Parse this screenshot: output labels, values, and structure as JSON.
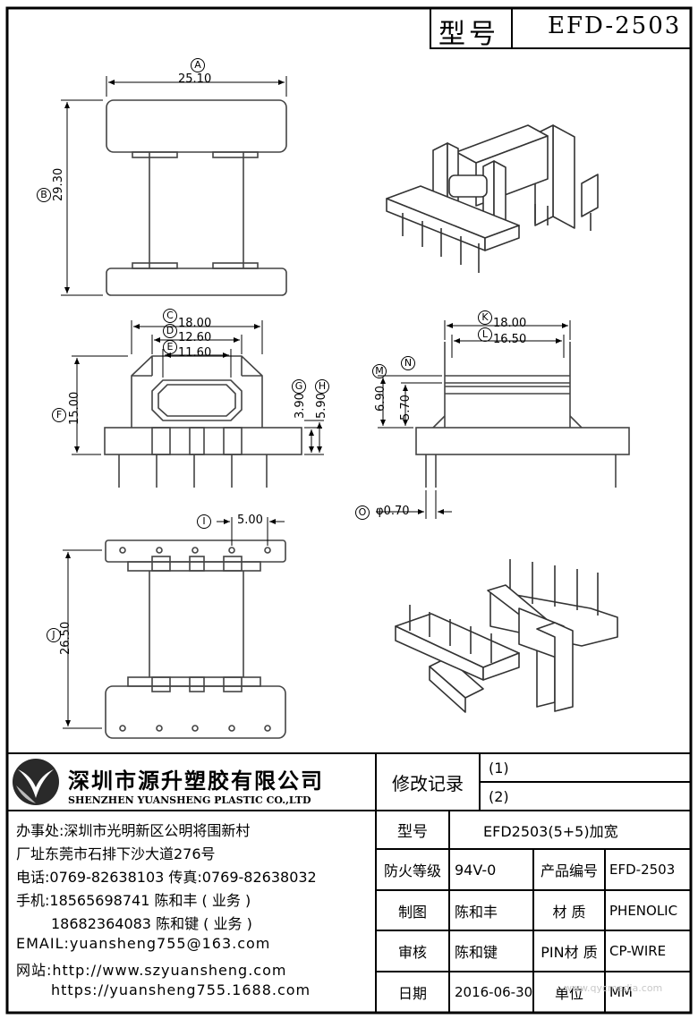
{
  "header": {
    "model_label": "型号",
    "model_value": "EFD-2503"
  },
  "dimensions": {
    "A": "A",
    "A_val": "25.10",
    "B": "B",
    "B_val": "29.30",
    "C": "C",
    "C_val": "18.00",
    "D": "D",
    "D_val": "12.60",
    "E": "E",
    "E_val": "11.60",
    "F": "F",
    "F_val": "15.00",
    "G": "G",
    "G_val": "3.90",
    "H": "H",
    "H_val": "5.90",
    "I": "I",
    "I_val": "5.00",
    "J": "J",
    "J_val": "26.50",
    "K": "K",
    "K_val": "18.00",
    "L": "L",
    "L_val": "16.50",
    "M": "M",
    "M_val": "6.90",
    "N": "N",
    "N_val": "5.70",
    "O": "O",
    "O_val": "φ0.70"
  },
  "company": {
    "name_cn": "深圳市源升塑胶有限公司",
    "name_en": "SHENZHEN YUANSHENG PLASTIC CO.,LTD",
    "office": "办事处:深圳市光明新区公明将围新村",
    "factory": "厂址东莞市石排下沙大道276号",
    "phone": "电话:0769-82638103 传真:0769-82638032",
    "mobile1": "手机:18565698741 陈和丰 ( 业务 )",
    "mobile2": "18682364083 陈和键 ( 业务 )",
    "email": "EMAIL:yuansheng755@163.com",
    "website1": "网站:http://www.szyuansheng.com",
    "website2": "https://yuansheng755.1688.com"
  },
  "revision": {
    "label": "修改记录",
    "r1": "(1)",
    "r2": "(2)"
  },
  "spec": {
    "model_label": "型号",
    "model_value": "EFD2503(5+5)加宽",
    "fire_label": "防火等级",
    "fire_value": "94V-0",
    "product_no_label": "产品编号",
    "product_no_value": "EFD-2503",
    "drawn_label": "制图",
    "drawn_value": "陈和丰",
    "material_label": "材 质",
    "material_value": "PHENOLIC",
    "review_label": "审核",
    "review_value": "陈和键",
    "pin_label": "PIN材 质",
    "pin_value": "CP-WIRE",
    "date_label": "日期",
    "date_value": "2016-06-30",
    "unit_label": "单位",
    "unit_value": "MM"
  },
  "watermark": "www.qycmedia.com"
}
